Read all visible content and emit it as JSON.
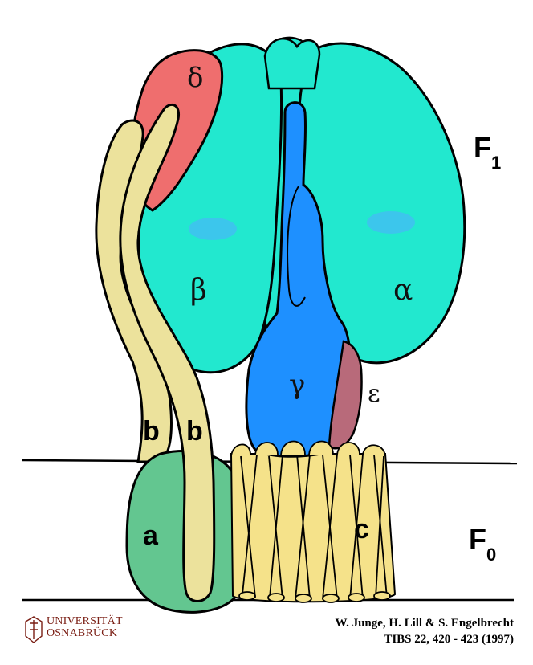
{
  "colors": {
    "alpha_beta": "#22e8cf",
    "delta": "#ef6e6e",
    "gamma": "#1e90ff",
    "epsilon": "#b86a7a",
    "b_stalk": "#ece29c",
    "a_subunit": "#63c690",
    "c_ring": "#f5e28a",
    "outline": "#000000",
    "logo": "#7a1e14"
  },
  "labels": {
    "delta": "δ",
    "beta": "β",
    "alpha": "α",
    "gamma": "γ",
    "epsilon": "ε",
    "b_left": "b",
    "b_right": "b",
    "a": "a",
    "c": "c",
    "f1_main": "F",
    "f1_sub": "1",
    "f0_main": "F",
    "f0_sub": "0"
  },
  "logo": {
    "line1": "UNIVERSITÄT",
    "line2": "OSNABRÜCK"
  },
  "credit": {
    "authors": "W. Junge, H. Lill & S. Engelbrecht",
    "citation": "TIBS 22, 420 - 423 (1997)"
  }
}
